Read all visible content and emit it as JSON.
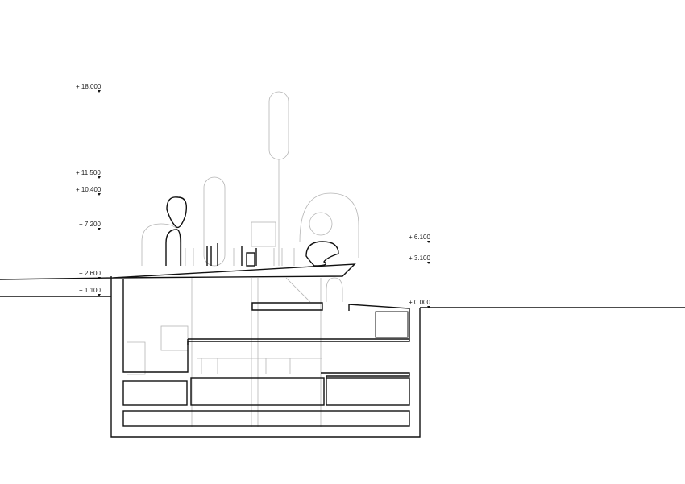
{
  "drawing": {
    "type": "building-section",
    "levels_left": [
      "+ 18.000",
      "+ 11.500",
      "+ 10.400",
      "+ 7.200",
      "+ 2.600",
      "+ 1.100"
    ],
    "levels_right": [
      "+ 6.100",
      "+ 3.100",
      "+ 0.000"
    ],
    "colors": {
      "line": "#111111",
      "thin_line": "#aaaaaa"
    }
  }
}
